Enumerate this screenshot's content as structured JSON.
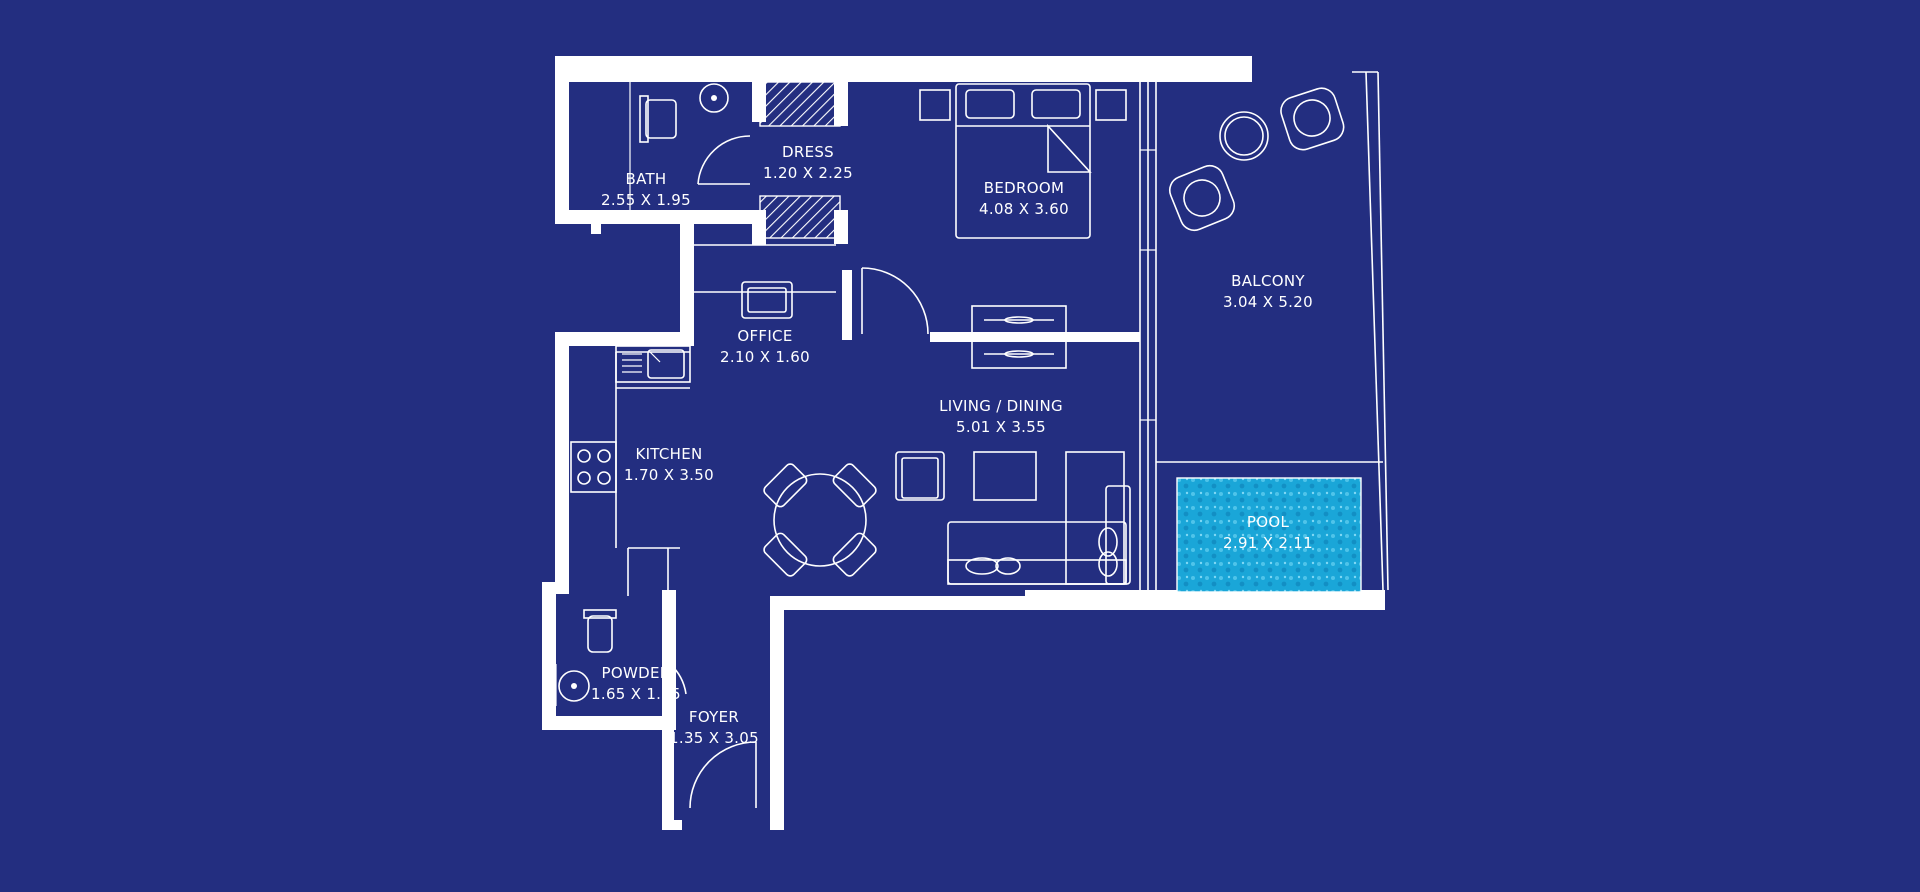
{
  "colors": {
    "background": "#232e80",
    "wall": "#ffffff",
    "pool_water": "#1aa6d8"
  },
  "rooms": {
    "bath": {
      "name": "BATH",
      "size": "2.55 X 1.95"
    },
    "dress": {
      "name": "DRESS",
      "size": "1.20 X 2.25"
    },
    "bedroom": {
      "name": "BEDROOM",
      "size": "4.08 X 3.60"
    },
    "balcony": {
      "name": "BALCONY",
      "size": "3.04 X 5.20"
    },
    "office": {
      "name": "OFFICE",
      "size": "2.10 X 1.60"
    },
    "living": {
      "name": "LIVING / DINING",
      "size": "5.01 X 3.55"
    },
    "kitchen": {
      "name": "KITCHEN",
      "size": "1.70 X 3.50"
    },
    "pool": {
      "name": "POOL",
      "size": "2.91 X 2.11"
    },
    "powder": {
      "name": "POWDER",
      "size": "1.65 X 1.65"
    },
    "foyer": {
      "name": "FOYER",
      "size": "1.35 X 3.05"
    }
  }
}
